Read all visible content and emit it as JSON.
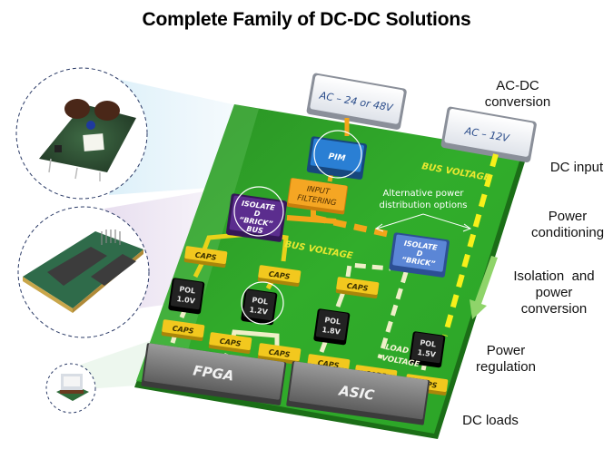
{
  "title": "Complete Family of DC-DC Solutions",
  "stage_labels": {
    "ac_dc": "AC-DC conversion",
    "dc_input": "DC input",
    "power_conditioning": [
      "Power",
      "conditioning"
    ],
    "isolation": [
      "Isolation  and",
      "power",
      "conversion"
    ],
    "power_regulation": [
      "Power",
      "regulation"
    ],
    "dc_loads": "DC loads"
  },
  "ac_sources": [
    {
      "label": "AC – 24 or 48V"
    },
    {
      "label": "AC – 12V"
    }
  ],
  "blocks": {
    "pim": "PIM",
    "input_filtering": [
      "INPUT",
      "FILTERING"
    ],
    "isolated_brick_bus": [
      "ISOLATE",
      "D",
      "“BRICK”",
      "BUS"
    ],
    "isolated_brick": [
      "ISOLATE",
      "D",
      "“BRICK”"
    ],
    "fpga": "FPGA",
    "asic": "ASIC"
  },
  "pol_modules": [
    {
      "line1": "POL",
      "line2": "1.0V"
    },
    {
      "line1": "POL",
      "line2": "1.2V"
    },
    {
      "line1": "POL",
      "line2": "1.8V"
    },
    {
      "line1": "POL",
      "line2": "1.5V"
    }
  ],
  "caps_label": "CAPS",
  "rail_labels": {
    "bus_voltage_top": "BUS VOLTAGE",
    "bus_voltage_mid": "BUS VOLTAGE",
    "load_voltage": [
      "LOAD",
      "VOLTAGE"
    ]
  },
  "annotation": [
    "Alternative  power",
    "distribution  options"
  ],
  "products": [
    {
      "name": "brick-module"
    },
    {
      "name": "quarter-brick-module"
    },
    {
      "name": "pol-module"
    }
  ],
  "colors": {
    "board": "#2fa62a",
    "board_dark": "#1e7d1a",
    "caps": "#f2c81e",
    "filter": "#f5a623",
    "pim": "#2a7fd4",
    "brick_bus": "#5b2d8e",
    "brick": "#5b86d6",
    "pol": "#111111",
    "chip": "#7a7a7a",
    "bus_yellow": "#f7f01a",
    "bus_orange": "#f3a519",
    "load_line": "#efefc8"
  }
}
